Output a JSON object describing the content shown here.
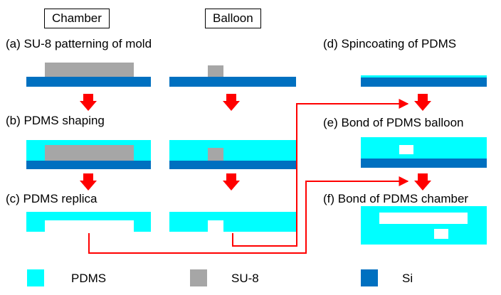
{
  "headers": {
    "chamber": "Chamber",
    "balloon": "Balloon"
  },
  "steps": {
    "a": "(a) SU-8 patterning of mold",
    "b": "(b) PDMS shaping",
    "c": "(c) PDMS replica",
    "d": "(d) Spincoating of PDMS",
    "e": "(e) Bond of PDMS balloon",
    "f": "(f) Bond of PDMS chamber"
  },
  "legend": {
    "pdms": "PDMS",
    "su8": "SU-8",
    "si": "Si"
  },
  "colors": {
    "pdms": "#00FFFF",
    "su8": "#A6A6A6",
    "si": "#0070C0",
    "arrow": "#FF0000",
    "cavity": "#FFFFFF"
  }
}
